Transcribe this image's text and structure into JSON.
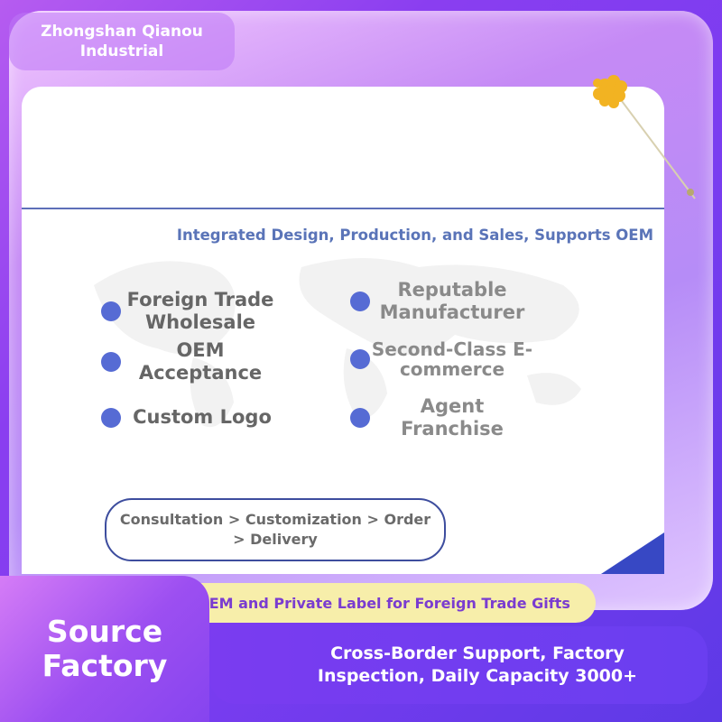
{
  "header": {
    "company_name": "Zhongshan Qianou Industrial"
  },
  "main": {
    "headline": "Integrated Design, Production, and Sales, Supports OEM",
    "features": [
      {
        "label": "Foreign Trade Wholesale"
      },
      {
        "label": "Reputable Manufacturer"
      },
      {
        "label": "OEM Acceptance"
      },
      {
        "label": "Second-Class E-commerce"
      },
      {
        "label": "Custom Logo"
      },
      {
        "label": "Agent Franchise"
      }
    ],
    "process": "Consultation > Customization > Order > Delivery"
  },
  "banner": {
    "gift_label": "OEM and Private Label for Foreign Trade Gifts",
    "services": "Cross-Border Support, Factory Inspection, Daily Capacity 3000+",
    "source_factory": "Source Factory"
  },
  "colors": {
    "accent_purple": "#7a3cf0",
    "dot_blue": "#566bd4",
    "headline_blue": "#5a74b8",
    "gift_bar_yellow": "#f7eeaa"
  }
}
